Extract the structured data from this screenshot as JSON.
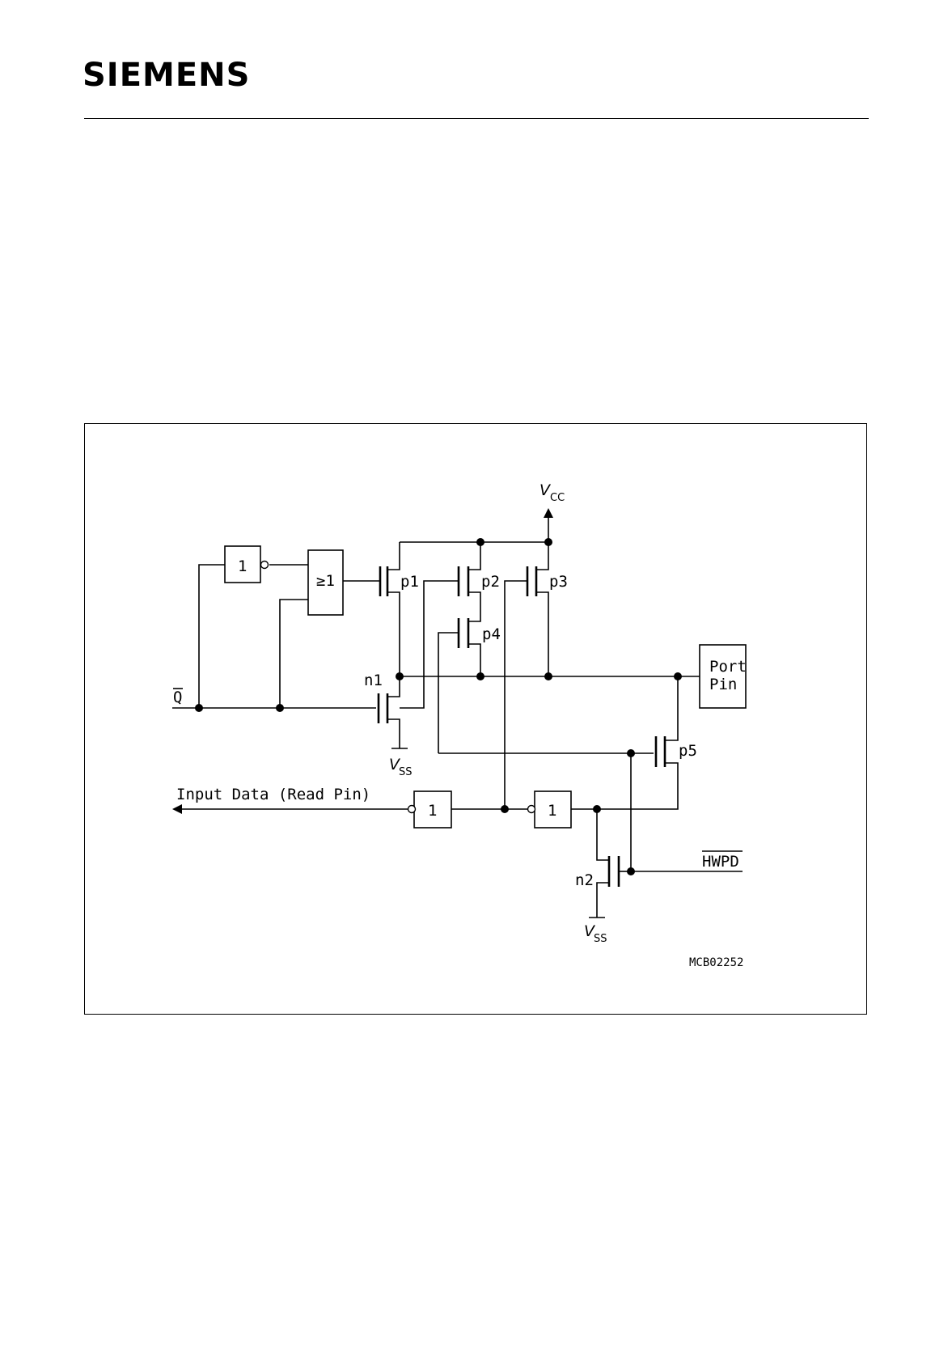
{
  "header": {
    "logo": "SIEMENS"
  },
  "diagram": {
    "vcc": {
      "v": "V",
      "sub": "CC"
    },
    "vss": {
      "v": "V",
      "sub": "SS"
    },
    "q_bar": "Q",
    "inverter_label": "1",
    "nor_label": "≥1",
    "transistors": [
      "p1",
      "p2",
      "p3",
      "p4",
      "p5",
      "n1",
      "n2"
    ],
    "port_pin": [
      "Port",
      "Pin"
    ],
    "input_data": "Input Data (Read Pin)",
    "hwpd": "HWPD",
    "code": "MCB02252"
  }
}
